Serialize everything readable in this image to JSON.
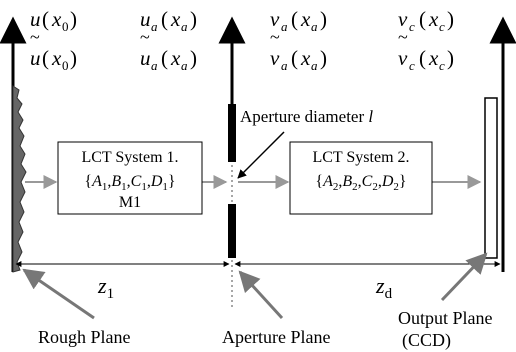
{
  "labels": {
    "top_row": [
      {
        "fn": "u",
        "sub": "0",
        "wavy": true
      },
      {
        "fn": "u",
        "sub": "a",
        "wavy": true
      },
      {
        "fn": "v",
        "sub": "a",
        "wavy": true
      },
      {
        "fn": "v",
        "sub": "c",
        "wavy": true
      }
    ],
    "bottom_row": [
      {
        "fn": "u",
        "sub": "0"
      },
      {
        "fn": "u",
        "sub": "a"
      },
      {
        "fn": "v",
        "sub": "a"
      },
      {
        "fn": "v",
        "sub": "c"
      }
    ],
    "tilde": "~",
    "var_x": "x",
    "paren_open": "(",
    "paren_close": ")"
  },
  "aperture_label": {
    "text": "Aperture diameter",
    "symbol": "l"
  },
  "lct1": {
    "title": "LCT System 1.",
    "params": "{A1,B1,C1,D1}",
    "params_parts": {
      "open": "{",
      "A": "A",
      "B": "B",
      "C": "C",
      "D": "D",
      "sub": "1",
      "close": "}"
    },
    "name": "M1"
  },
  "lct2": {
    "title": "LCT System 2.",
    "params_parts": {
      "open": "{",
      "A": "A",
      "B": "B",
      "C": "C",
      "D": "D",
      "sub": "2",
      "close": "}"
    }
  },
  "distances": {
    "z1": {
      "base": "z",
      "sub": "1"
    },
    "zd": {
      "base": "z",
      "sub": "d"
    }
  },
  "planes": {
    "rough": "Rough Plane",
    "aperture": "Aperture Plane",
    "output_line1": "Output Plane",
    "output_line2": "(CCD)"
  },
  "colors": {
    "arrow_gray": "#999999",
    "pointer_gray": "#777777",
    "rough_fill": "#666666"
  }
}
